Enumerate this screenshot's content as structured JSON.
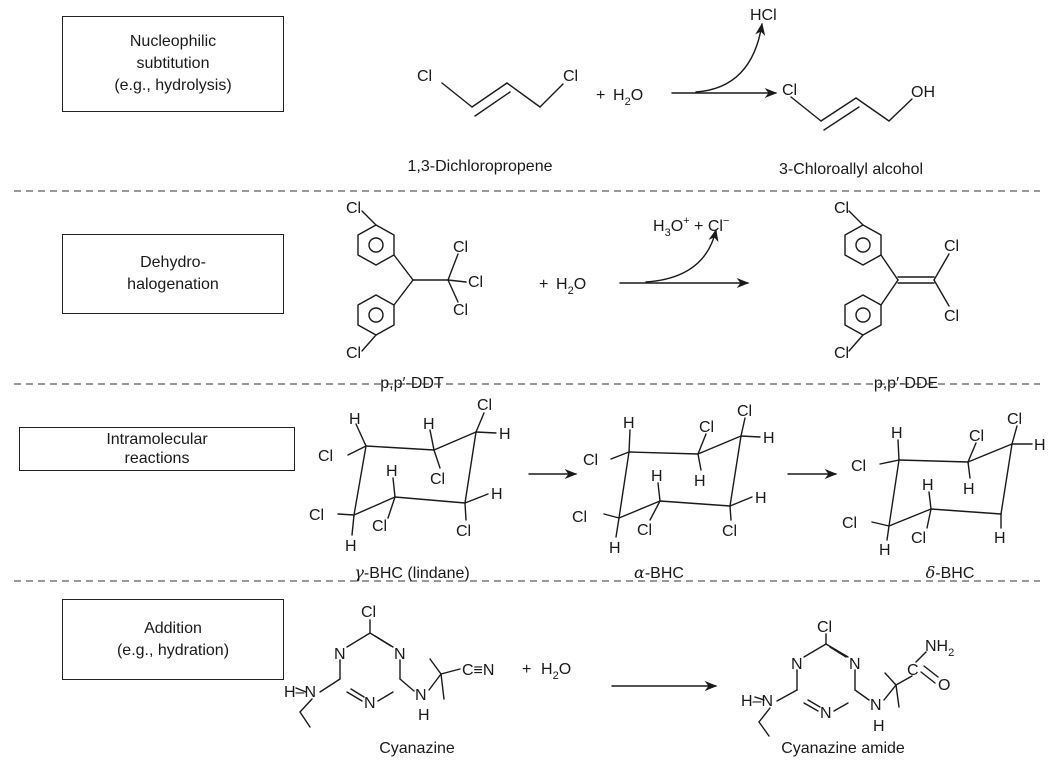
{
  "rows": [
    {
      "box": [
        "Nucleophilic",
        "subtitution",
        "(e.g., hydrolysis)"
      ],
      "plus": "+",
      "water": {
        "base": "H",
        "sub": "2",
        "tail": "O"
      },
      "side_product": "HCl",
      "reactant_name": "1,3-Dichloropropene",
      "product_name": "3-Chloroallyl alcohol"
    },
    {
      "box": [
        "Dehydro-",
        "halogenation"
      ],
      "plus": "+",
      "water": {
        "base": "H",
        "sub": "2",
        "tail": "O"
      },
      "side_product": {
        "ion1": "H",
        "ion1_sub": "3",
        "ion1_tail": "O",
        "ion1_sup": "+",
        "join": " + Cl",
        "ion2_sup": "−"
      },
      "reactant_name": "p,p′-DDT",
      "product_name": "p,p′-DDE"
    },
    {
      "box": [
        "Intramolecular",
        "reactions"
      ],
      "names": [
        {
          "greek": "γ",
          "rest": "-BHC (lindane)"
        },
        {
          "greek": "α",
          "rest": "-BHC"
        },
        {
          "greek": "δ",
          "rest": "-BHC"
        }
      ]
    },
    {
      "box": [
        "Addition",
        "(e.g., hydration)"
      ],
      "plus": "+",
      "water": {
        "base": "H",
        "sub": "2",
        "tail": "O"
      },
      "reactant_name": "Cyanazine",
      "product_name": "Cyanazine amide"
    }
  ],
  "atoms": {
    "Cl": "Cl",
    "H": "H",
    "OH": "OH",
    "N": "N",
    "O": "O",
    "CN": "C≡N",
    "C": "C",
    "NH2": {
      "base": "NH",
      "sub": "2"
    },
    "Hdash": "H–"
  }
}
